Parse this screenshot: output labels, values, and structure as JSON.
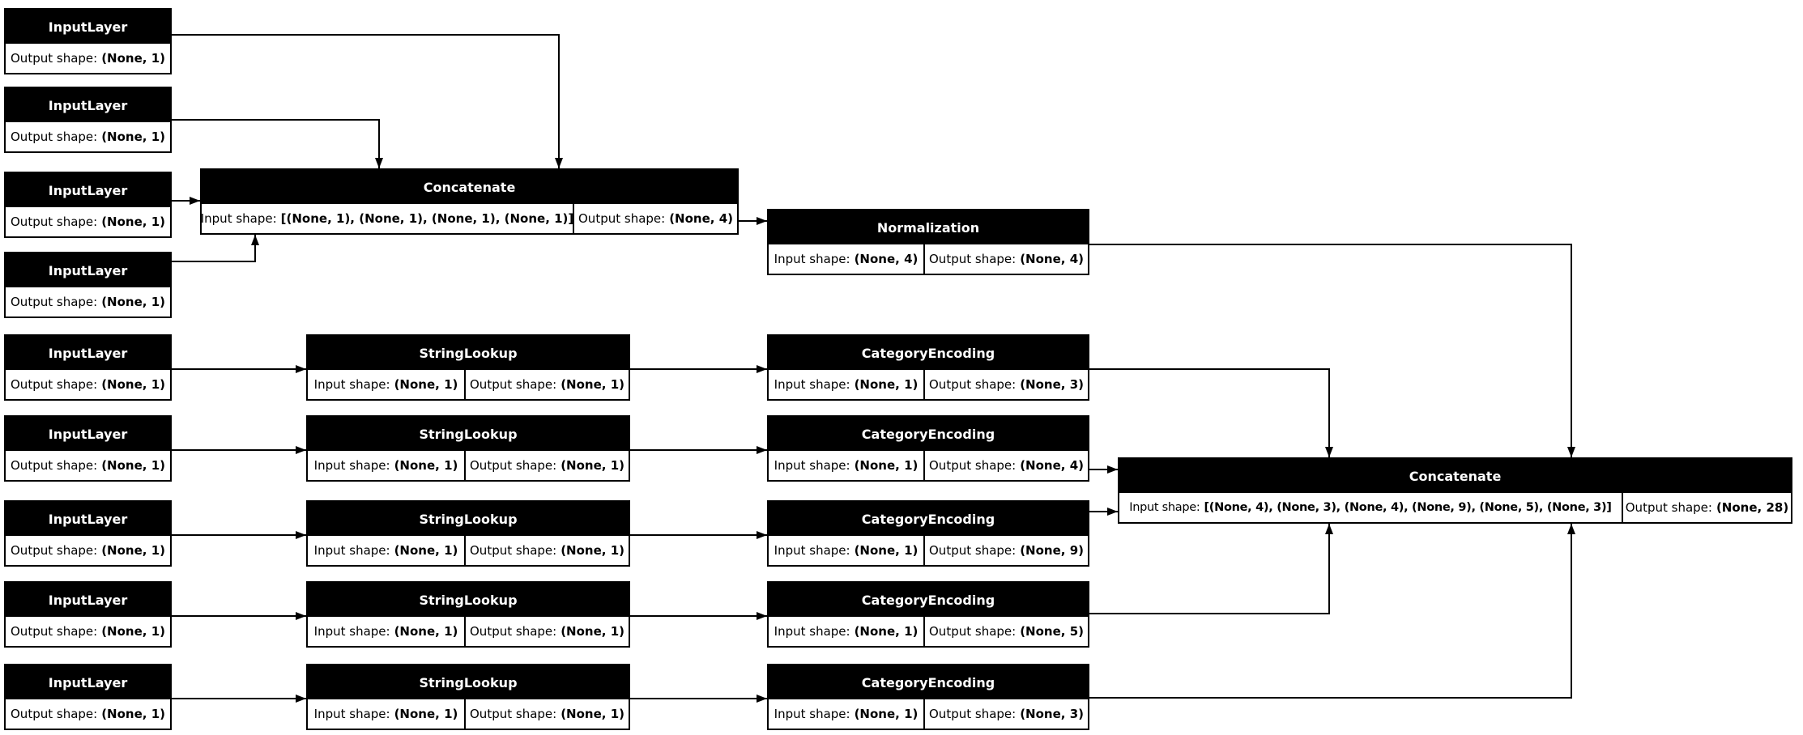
{
  "diagram": {
    "kind": "keras-model-plot",
    "colors": {
      "background": "#ffffff",
      "node_title_bg": "#000000",
      "node_title_text": "#ffffff",
      "cell_bg": "#ffffff",
      "border": "#000000",
      "edge": "#000000"
    },
    "nodes": [
      {
        "id": "input-layer-1",
        "title": "InputLayer",
        "cells": [
          {
            "label": "Output shape:",
            "value": "(None, 1)"
          }
        ]
      },
      {
        "id": "input-layer-2",
        "title": "InputLayer",
        "cells": [
          {
            "label": "Output shape:",
            "value": "(None, 1)"
          }
        ]
      },
      {
        "id": "input-layer-3",
        "title": "InputLayer",
        "cells": [
          {
            "label": "Output shape:",
            "value": "(None, 1)"
          }
        ]
      },
      {
        "id": "input-layer-4",
        "title": "InputLayer",
        "cells": [
          {
            "label": "Output shape:",
            "value": "(None, 1)"
          }
        ]
      },
      {
        "id": "concatenate-1",
        "title": "Concatenate",
        "cells": [
          {
            "label": "Input shape:",
            "value": "[(None, 1), (None, 1), (None, 1), (None, 1)]"
          },
          {
            "label": "Output shape:",
            "value": "(None, 4)"
          }
        ]
      },
      {
        "id": "normalization",
        "title": "Normalization",
        "cells": [
          {
            "label": "Input shape:",
            "value": "(None, 4)"
          },
          {
            "label": "Output shape:",
            "value": "(None, 4)"
          }
        ]
      },
      {
        "id": "input-layer-5",
        "title": "InputLayer",
        "cells": [
          {
            "label": "Output shape:",
            "value": "(None, 1)"
          }
        ]
      },
      {
        "id": "string-lookup-1",
        "title": "StringLookup",
        "cells": [
          {
            "label": "Input shape:",
            "value": "(None, 1)"
          },
          {
            "label": "Output shape:",
            "value": "(None, 1)"
          }
        ]
      },
      {
        "id": "category-encoding-1",
        "title": "CategoryEncoding",
        "cells": [
          {
            "label": "Input shape:",
            "value": "(None, 1)"
          },
          {
            "label": "Output shape:",
            "value": "(None, 3)"
          }
        ]
      },
      {
        "id": "input-layer-6",
        "title": "InputLayer",
        "cells": [
          {
            "label": "Output shape:",
            "value": "(None, 1)"
          }
        ]
      },
      {
        "id": "string-lookup-2",
        "title": "StringLookup",
        "cells": [
          {
            "label": "Input shape:",
            "value": "(None, 1)"
          },
          {
            "label": "Output shape:",
            "value": "(None, 1)"
          }
        ]
      },
      {
        "id": "category-encoding-2",
        "title": "CategoryEncoding",
        "cells": [
          {
            "label": "Input shape:",
            "value": "(None, 1)"
          },
          {
            "label": "Output shape:",
            "value": "(None, 4)"
          }
        ]
      },
      {
        "id": "input-layer-7",
        "title": "InputLayer",
        "cells": [
          {
            "label": "Output shape:",
            "value": "(None, 1)"
          }
        ]
      },
      {
        "id": "string-lookup-3",
        "title": "StringLookup",
        "cells": [
          {
            "label": "Input shape:",
            "value": "(None, 1)"
          },
          {
            "label": "Output shape:",
            "value": "(None, 1)"
          }
        ]
      },
      {
        "id": "category-encoding-3",
        "title": "CategoryEncoding",
        "cells": [
          {
            "label": "Input shape:",
            "value": "(None, 1)"
          },
          {
            "label": "Output shape:",
            "value": "(None, 9)"
          }
        ]
      },
      {
        "id": "input-layer-8",
        "title": "InputLayer",
        "cells": [
          {
            "label": "Output shape:",
            "value": "(None, 1)"
          }
        ]
      },
      {
        "id": "string-lookup-4",
        "title": "StringLookup",
        "cells": [
          {
            "label": "Input shape:",
            "value": "(None, 1)"
          },
          {
            "label": "Output shape:",
            "value": "(None, 1)"
          }
        ]
      },
      {
        "id": "category-encoding-4",
        "title": "CategoryEncoding",
        "cells": [
          {
            "label": "Input shape:",
            "value": "(None, 1)"
          },
          {
            "label": "Output shape:",
            "value": "(None, 5)"
          }
        ]
      },
      {
        "id": "input-layer-9",
        "title": "InputLayer",
        "cells": [
          {
            "label": "Output shape:",
            "value": "(None, 1)"
          }
        ]
      },
      {
        "id": "string-lookup-5",
        "title": "StringLookup",
        "cells": [
          {
            "label": "Input shape:",
            "value": "(None, 1)"
          },
          {
            "label": "Output shape:",
            "value": "(None, 1)"
          }
        ]
      },
      {
        "id": "category-encoding-5",
        "title": "CategoryEncoding",
        "cells": [
          {
            "label": "Input shape:",
            "value": "(None, 1)"
          },
          {
            "label": "Output shape:",
            "value": "(None, 3)"
          }
        ]
      },
      {
        "id": "concatenate-2",
        "title": "Concatenate",
        "cells": [
          {
            "label": "Input shape:",
            "value": "[(None, 4), (None, 3), (None, 4), (None, 9), (None, 5), (None, 3)]"
          },
          {
            "label": "Output shape:",
            "value": "(None, 28)"
          }
        ]
      }
    ],
    "edges": [
      {
        "from": "input-layer-1",
        "to": "concatenate-1"
      },
      {
        "from": "input-layer-2",
        "to": "concatenate-1"
      },
      {
        "from": "input-layer-3",
        "to": "concatenate-1"
      },
      {
        "from": "input-layer-4",
        "to": "concatenate-1"
      },
      {
        "from": "concatenate-1",
        "to": "normalization"
      },
      {
        "from": "normalization",
        "to": "concatenate-2"
      },
      {
        "from": "input-layer-5",
        "to": "string-lookup-1"
      },
      {
        "from": "input-layer-6",
        "to": "string-lookup-2"
      },
      {
        "from": "input-layer-7",
        "to": "string-lookup-3"
      },
      {
        "from": "input-layer-8",
        "to": "string-lookup-4"
      },
      {
        "from": "input-layer-9",
        "to": "string-lookup-5"
      },
      {
        "from": "string-lookup-1",
        "to": "category-encoding-1"
      },
      {
        "from": "string-lookup-2",
        "to": "category-encoding-2"
      },
      {
        "from": "string-lookup-3",
        "to": "category-encoding-3"
      },
      {
        "from": "string-lookup-4",
        "to": "category-encoding-4"
      },
      {
        "from": "string-lookup-5",
        "to": "category-encoding-5"
      },
      {
        "from": "category-encoding-1",
        "to": "concatenate-2"
      },
      {
        "from": "category-encoding-2",
        "to": "concatenate-2"
      },
      {
        "from": "category-encoding-3",
        "to": "concatenate-2"
      },
      {
        "from": "category-encoding-4",
        "to": "concatenate-2"
      },
      {
        "from": "category-encoding-5",
        "to": "concatenate-2"
      }
    ]
  }
}
